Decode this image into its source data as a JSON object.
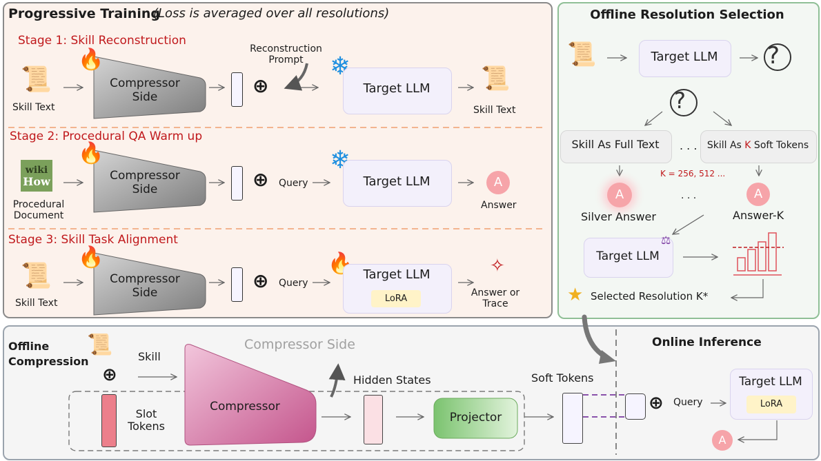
{
  "progressive": {
    "title": "Progressive Training",
    "subtitle": "(Loss is averaged over all resolutions)",
    "stage1": {
      "title": "Stage 1: Skill Reconstruction",
      "input": "Skill Text",
      "compressor": "Compressor Side",
      "prompt": "Reconstruction Prompt",
      "llm": "Target LLM",
      "output": "Skill Text"
    },
    "stage2": {
      "title": "Stage 2: Procedural QA Warm up",
      "logo_top": "wiki",
      "logo_bottom": "How",
      "input": "Procedural Document",
      "compressor": "Compressor Side",
      "query": "Query",
      "llm": "Target LLM",
      "answer_letter": "A",
      "output": "Answer"
    },
    "stage3": {
      "title": "Stage 3: Skill Task Alignment",
      "input": "Skill Text",
      "compressor": "Compressor Side",
      "query": "Query",
      "llm": "Target LLM",
      "lora": "LoRA",
      "output": "Answer or Trace"
    }
  },
  "offline_selection": {
    "title": "Offline Resolution Selection",
    "llm_top": "Target LLM",
    "full_text": "Skill As Full Text",
    "dots": ". . .",
    "soft_prefix": "Skill As ",
    "soft_k": "K",
    "soft_suffix": " Soft Tokens",
    "k_values": "K = 256, 512 ...",
    "dots2": ". . .",
    "answer_letter": "A",
    "silver": "Silver Answer",
    "answer_k": "Answer-K",
    "judge_llm": "Target LLM",
    "selected": "Selected Resolution K*"
  },
  "offline_compression": {
    "title_line1": "Offline",
    "title_line2": "Compression",
    "skill": "Skill",
    "compressor_side": "Compressor Side",
    "slot_tokens": "Slot Tokens",
    "compressor": "Compressor",
    "hidden_states": "Hidden States",
    "projector": "Projector",
    "soft_tokens": "Soft Tokens"
  },
  "online": {
    "title": "Online Inference",
    "query": "Query",
    "llm": "Target LLM",
    "lora": "LoRA",
    "answer_letter": "A"
  },
  "colors": {
    "stage_title": "#c0191c",
    "peach_bg": "#fcf2ec",
    "green_border": "#8fbf96",
    "selection_bg": "#f3f7f3",
    "bottom_bg": "#f5f5f5"
  }
}
